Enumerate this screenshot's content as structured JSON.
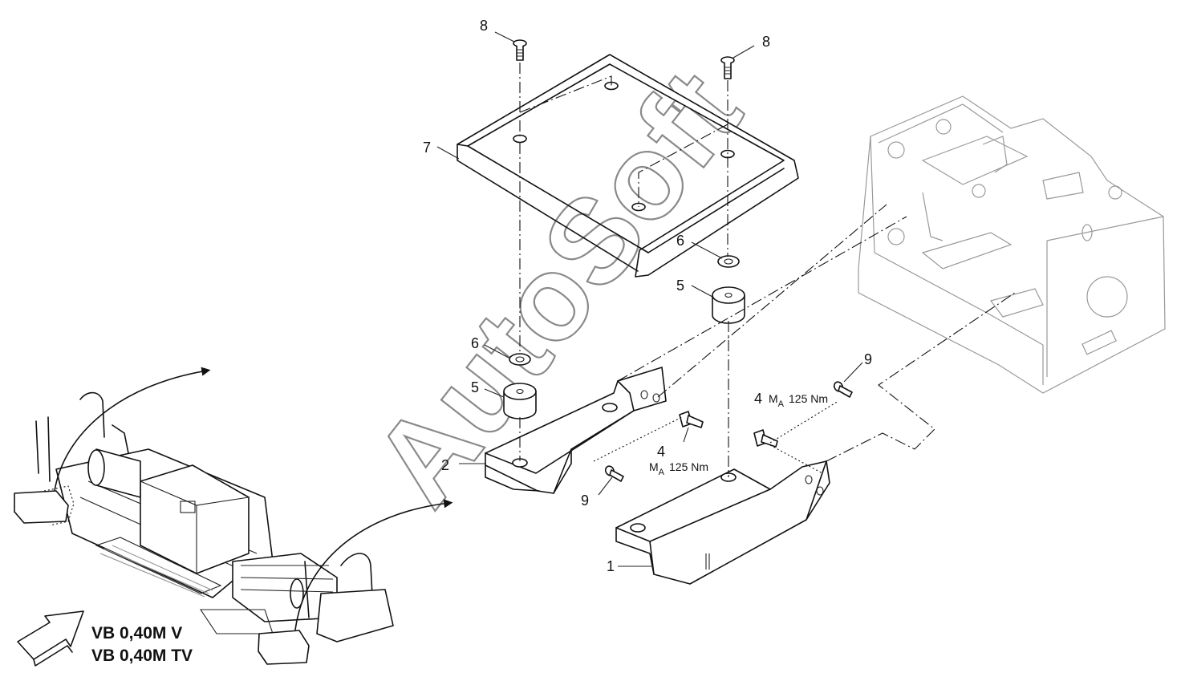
{
  "watermark": "AutoSoft",
  "variants": [
    "VB 0,40M V",
    "VB 0,40M TV"
  ],
  "callouts": {
    "c1": "1",
    "c2": "2",
    "c4a": "4",
    "c4b": "4",
    "c5a": "5",
    "c5b": "5",
    "c6a": "6",
    "c6b": "6",
    "c7": "7",
    "c8a": "8",
    "c8b": "8",
    "c9a": "9",
    "c9b": "9"
  },
  "torque": {
    "symbol": "M",
    "subscript": "A",
    "value": "125 Nm"
  },
  "icons": [
    "direction-arrow-icon",
    "curved-arrow-icon"
  ]
}
